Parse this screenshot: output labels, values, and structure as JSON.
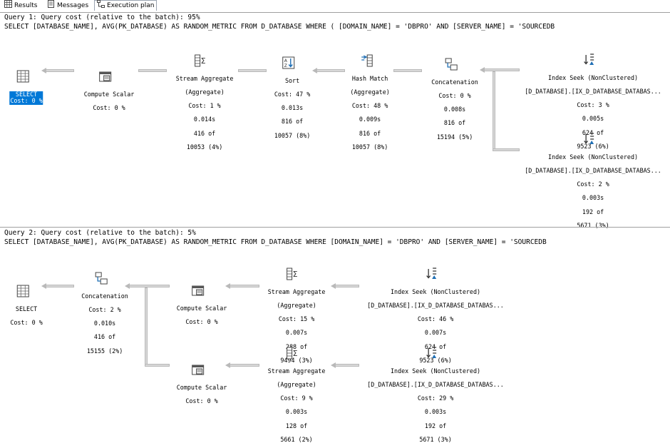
{
  "tabs": [
    {
      "label": "Results",
      "icon": "grid-icon"
    },
    {
      "label": "Messages",
      "icon": "messages-icon"
    },
    {
      "label": "Execution plan",
      "icon": "execution-plan-icon"
    }
  ],
  "query1": {
    "header": "Query 1: Query cost (relative to the batch): 95%",
    "sql": "SELECT [DATABASE_NAME], AVG(PK_DATABASE) AS RANDOM_METRIC FROM D_DATABASE WHERE ( [DOMAIN_NAME] = 'DBPRO' AND [SERVER_NAME] = 'SOURCEDB",
    "nodes": {
      "select": {
        "l1": "SELECT",
        "l2": "Cost: 0 %"
      },
      "compute": {
        "l1": "Compute Scalar",
        "l2": "Cost: 0 %"
      },
      "stream": {
        "l1": "Stream Aggregate",
        "l2": "(Aggregate)",
        "l3": "Cost: 1 %",
        "l4": "0.014s",
        "l5": "416 of",
        "l6": "10053 (4%)"
      },
      "sort": {
        "l1": "Sort",
        "l2": "Cost: 47 %",
        "l3": "0.013s",
        "l4": "816 of",
        "l5": "10057 (8%)"
      },
      "hash": {
        "l1": "Hash Match",
        "l2": "(Aggregate)",
        "l3": "Cost: 48 %",
        "l4": "0.009s",
        "l5": "816 of",
        "l6": "10057 (8%)"
      },
      "concat": {
        "l1": "Concatenation",
        "l2": "Cost: 0 %",
        "l3": "0.008s",
        "l4": "816 of",
        "l5": "15194 (5%)"
      },
      "seek1": {
        "l1": "Index Seek (NonClustered)",
        "l2": "[D_DATABASE].[IX_D_DATABASE_DATABAS...",
        "l3": "Cost: 3 %",
        "l4": "0.005s",
        "l5": "624 of",
        "l6": "9523 (6%)"
      },
      "seek2": {
        "l1": "Index Seek (NonClustered)",
        "l2": "[D_DATABASE].[IX_D_DATABASE_DATABAS...",
        "l3": "Cost: 2 %",
        "l4": "0.003s",
        "l5": "192 of",
        "l6": "5671 (3%)"
      }
    }
  },
  "query2": {
    "header": "Query 2: Query cost (relative to the batch): 5%",
    "sql": "SELECT [DATABASE_NAME], AVG(PK_DATABASE) AS RANDOM_METRIC FROM D_DATABASE WHERE [DOMAIN_NAME] = 'DBPRO' AND [SERVER_NAME] = 'SOURCEDB",
    "nodes": {
      "select": {
        "l1": "SELECT",
        "l2": "Cost: 0 %"
      },
      "concat": {
        "l1": "Concatenation",
        "l2": "Cost: 2 %",
        "l3": "0.010s",
        "l4": "416 of",
        "l5": "15155 (2%)"
      },
      "compute1": {
        "l1": "Compute Scalar",
        "l2": "Cost: 0 %"
      },
      "stream1": {
        "l1": "Stream Aggregate",
        "l2": "(Aggregate)",
        "l3": "Cost: 15 %",
        "l4": "0.007s",
        "l5": "288 of",
        "l6": "9494 (3%)"
      },
      "seek1": {
        "l1": "Index Seek (NonClustered)",
        "l2": "[D_DATABASE].[IX_D_DATABASE_DATABAS...",
        "l3": "Cost: 46 %",
        "l4": "0.007s",
        "l5": "624 of",
        "l6": "9523 (6%)"
      },
      "compute2": {
        "l1": "Compute Scalar",
        "l2": "Cost: 0 %"
      },
      "stream2": {
        "l1": "Stream Aggregate",
        "l2": "(Aggregate)",
        "l3": "Cost: 9 %",
        "l4": "0.003s",
        "l5": "128 of",
        "l6": "5661 (2%)"
      },
      "seek2": {
        "l1": "Index Seek (NonClustered)",
        "l2": "[D_DATABASE].[IX_D_DATABASE_DATABAS...",
        "l3": "Cost: 29 %",
        "l4": "0.003s",
        "l5": "192 of",
        "l6": "5671 (3%)"
      }
    }
  }
}
